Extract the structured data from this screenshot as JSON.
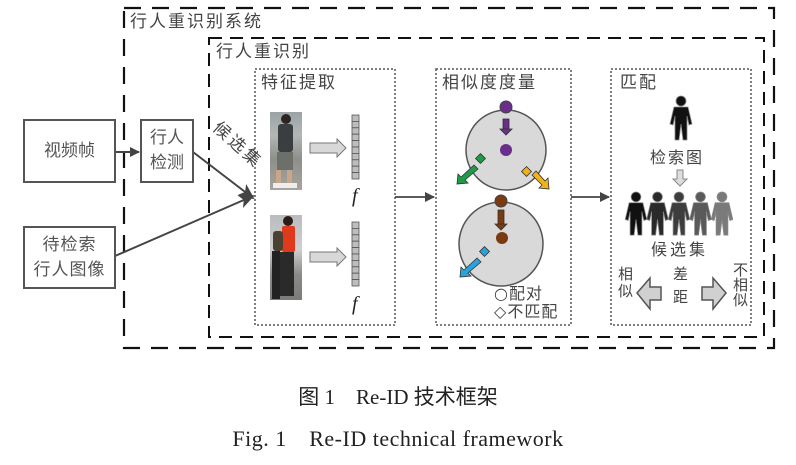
{
  "diagram": {
    "system_label": "行人重识别系统",
    "reid_label": "行人重识别",
    "inputs": {
      "video_frame": "视频帧",
      "pedestrian_detection": "行人\n检测",
      "query_image": "待检索\n行人图像"
    },
    "candidate_set_label": "候选集",
    "feature_extraction": {
      "title": "特征提取",
      "feature_symbol": "f",
      "photos": [
        {
          "description": "candidate pedestrian in grey t-shirt and shorts"
        },
        {
          "description": "query pedestrian in red shirt carrying bag"
        }
      ]
    },
    "similarity": {
      "title": "相似度度量",
      "legend": [
        {
          "symbol": "○",
          "label": "配对"
        },
        {
          "symbol": "◇",
          "label": "不匹配"
        }
      ],
      "colors": {
        "circle1_pair": "#6a2f8a",
        "circle1_mismatch_left": "#1e9a4a",
        "circle1_mismatch_right": "#f0b21c",
        "circle2_pair": "#7a3a12",
        "circle2_mismatch": "#2aa3dc",
        "disc": "#d9d9d9"
      }
    },
    "matching": {
      "title": "匹配",
      "query_label": "检索图",
      "candidates_label": "候选集",
      "left_label": "相似",
      "middle_label": "差距",
      "right_label": "不相似",
      "candidate_shades": [
        "#111111",
        "#2a2a2a",
        "#3d3d3d",
        "#5a5a5a",
        "#7a7a7a"
      ]
    }
  },
  "caption": {
    "cn": "图 1　Re-ID 技术框架",
    "en": "Fig. 1　Re-ID technical framework"
  }
}
